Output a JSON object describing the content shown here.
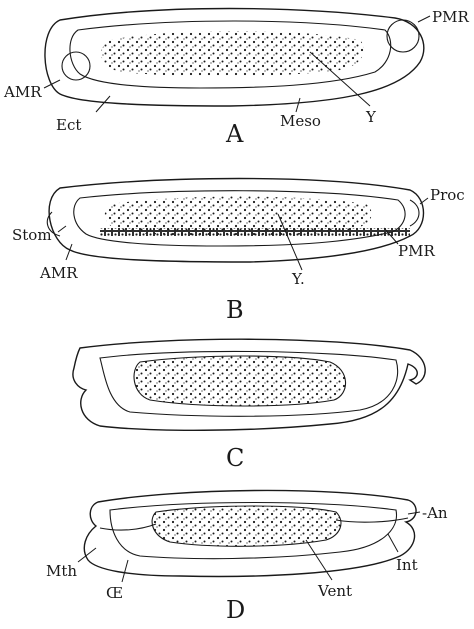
{
  "panels": [
    {
      "letter": "A",
      "labels": [
        "PMR",
        "AMR",
        "Ect",
        "Meso",
        "Y"
      ]
    },
    {
      "letter": "B",
      "labels": [
        "Proc",
        "Stom",
        "PMR",
        "AMR",
        "Y."
      ]
    },
    {
      "letter": "C",
      "labels": []
    },
    {
      "letter": "D",
      "labels": [
        "-An",
        "Mth",
        "Int",
        "Œ",
        "Vent"
      ]
    }
  ]
}
